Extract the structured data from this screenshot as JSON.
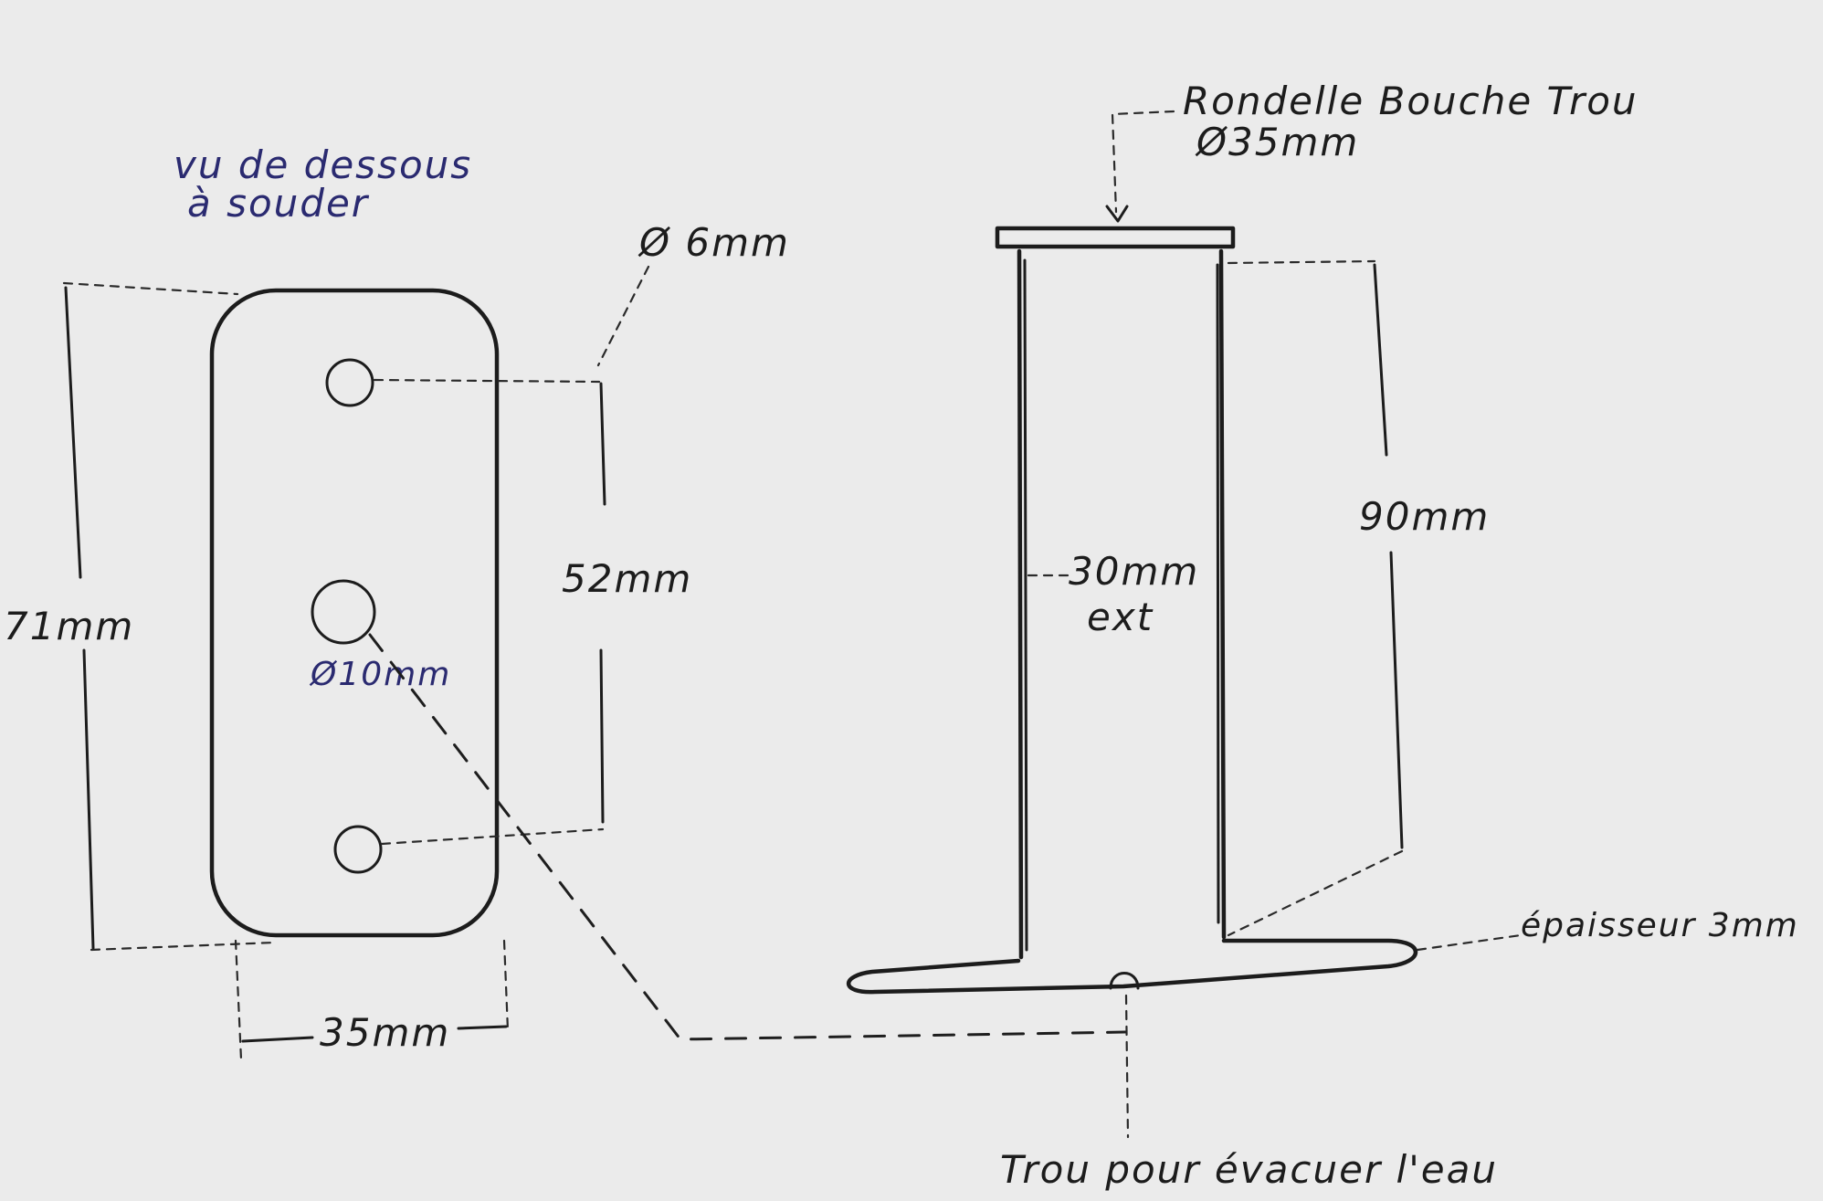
{
  "bottom_view": {
    "title_line1": "vu de dessous",
    "title_line2": "à souder",
    "hole_small_diameter": "Ø 6mm",
    "hole_center_diameter": "Ø10mm",
    "height": "71mm",
    "hole_spacing": "52mm",
    "width": "35mm"
  },
  "side_view": {
    "washer_label": "Rondelle Bouche Trou",
    "washer_diameter": "Ø35mm",
    "tube_diameter_line1": "30mm",
    "tube_diameter_line2": "ext",
    "tube_height": "90mm",
    "thickness": "épaisseur 3mm",
    "drain_hole": "Trou pour évacuer l'eau"
  }
}
